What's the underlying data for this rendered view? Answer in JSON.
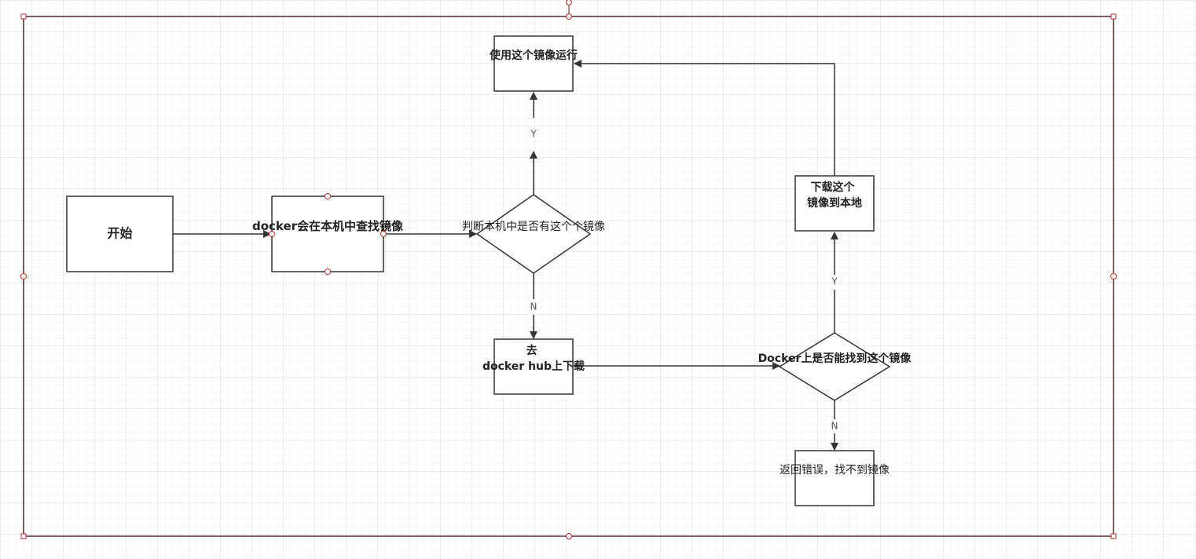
{
  "diagram": {
    "nodes": {
      "start": {
        "label": "开始",
        "shape": "process"
      },
      "search_local": {
        "label": "docker会在本机中查找镜像",
        "shape": "process"
      },
      "check_local": {
        "label": "判断本机中是否有这个个镜像",
        "shape": "decision"
      },
      "run_image": {
        "label": "使用这个镜像运行",
        "shape": "process"
      },
      "goto_hub": {
        "label": "去docker hub上下载",
        "shape": "process"
      },
      "check_hub": {
        "label": "Docker上是否能找到这个镜像",
        "shape": "decision"
      },
      "download": {
        "label": "下载这个镜像到本地",
        "shape": "process"
      },
      "error": {
        "label": "返回错误，找不到镜像",
        "shape": "process"
      }
    },
    "edges": [
      {
        "from": "start",
        "to": "search_local",
        "label": ""
      },
      {
        "from": "search_local",
        "to": "check_local",
        "label": ""
      },
      {
        "from": "check_local",
        "to": "run_image",
        "label": "Y"
      },
      {
        "from": "check_local",
        "to": "goto_hub",
        "label": "N"
      },
      {
        "from": "goto_hub",
        "to": "check_hub",
        "label": ""
      },
      {
        "from": "check_hub",
        "to": "download",
        "label": "Y"
      },
      {
        "from": "check_hub",
        "to": "error",
        "label": "N"
      },
      {
        "from": "download",
        "to": "run_image",
        "label": ""
      }
    ]
  },
  "colors": {
    "stroke": "#333333",
    "text": "#222222",
    "frame": "#4a2a2a",
    "handle": "#b03030",
    "grid": "#ececec"
  }
}
